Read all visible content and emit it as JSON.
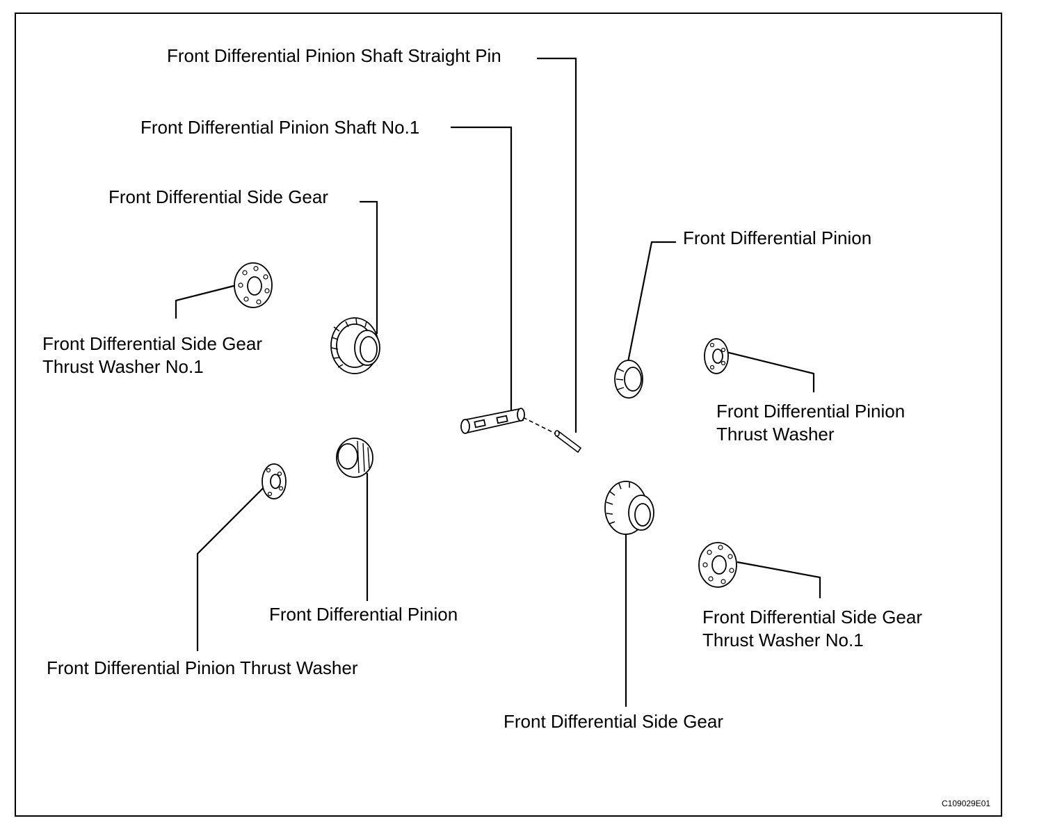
{
  "labels": {
    "straight_pin": "Front Differential Pinion Shaft Straight Pin",
    "pinion_shaft": "Front Differential Pinion Shaft No.1",
    "side_gear_left": "Front Differential Side Gear",
    "pinion_right": "Front Differential Pinion",
    "side_washer_left_line1": "Front Differential Side Gear",
    "side_washer_left_line2": "Thrust Washer No.1",
    "pinion_washer_right_line1": "Front Differential Pinion",
    "pinion_washer_right_line2": "Thrust Washer",
    "pinion_left": "Front Differential Pinion",
    "side_washer_right_line1": "Front Differential Side Gear",
    "side_washer_right_line2": "Thrust Washer No.1",
    "pinion_washer_left": "Front Differential Pinion Thrust Washer",
    "side_gear_right": "Front Differential Side Gear"
  },
  "figure_code": "C109029E01"
}
